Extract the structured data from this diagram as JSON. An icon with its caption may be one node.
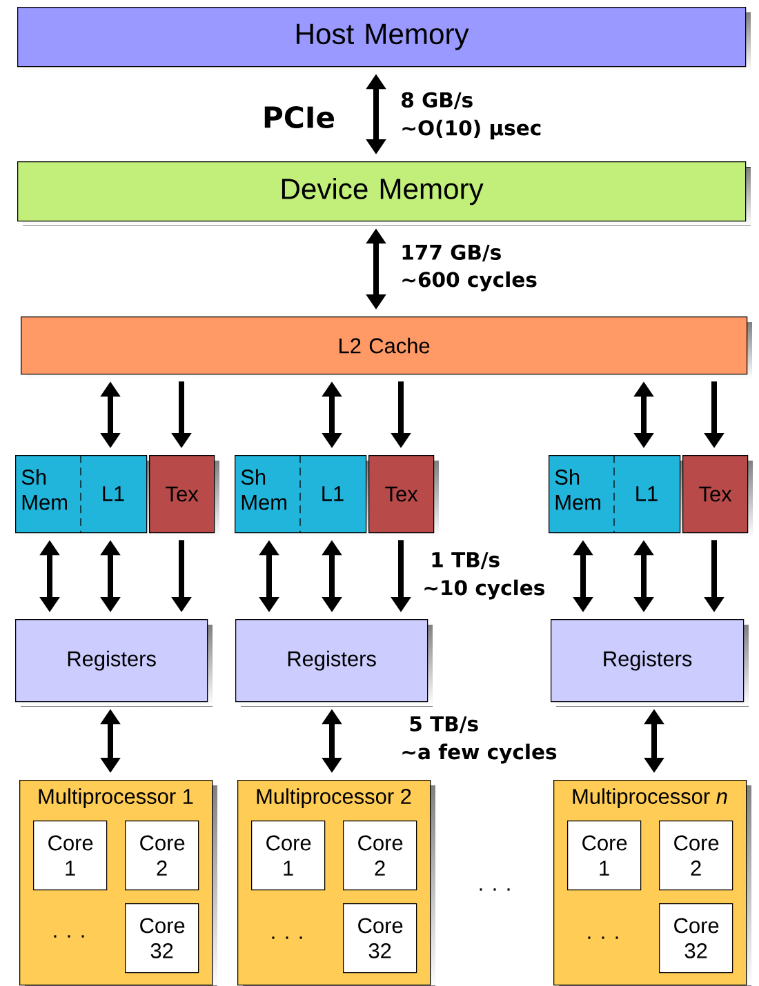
{
  "diagram": {
    "nodes": [
      {
        "text": [
          "Host Memory"
        ]
      },
      {
        "text": [
          "Device Memory"
        ]
      },
      {
        "text": [
          "L2 Cache"
        ]
      },
      {
        "text": [
          "Sh Mem",
          "L1"
        ]
      },
      {
        "text": [
          "Tex"
        ]
      },
      {
        "text": [
          "Sh Mem",
          "L1"
        ]
      },
      {
        "text": [
          "Tex"
        ]
      },
      {
        "text": [
          "Sh Mem",
          "L1"
        ]
      },
      {
        "text": [
          "Tex"
        ]
      },
      {
        "text": [
          "Registers"
        ]
      },
      {
        "text": [
          "Registers"
        ]
      },
      {
        "text": [
          "Registers"
        ]
      },
      {
        "text": [
          "Multiprocessor 1"
        ]
      },
      {
        "text": [
          "Core 1"
        ],
        "in": 12
      },
      {
        "text": [
          "Core 2"
        ],
        "in": 12
      },
      {
        "text": [
          "Core 32"
        ],
        "in": 12
      },
      {
        "text": [
          "Multiprocessor 2"
        ]
      },
      {
        "text": [
          "Core 1"
        ],
        "in": 16
      },
      {
        "text": [
          "Core 2"
        ],
        "in": 16
      },
      {
        "text": [
          "Core 32"
        ],
        "in": 16
      },
      {
        "text": [
          "Multiprocessor *n*"
        ]
      },
      {
        "text": [
          "Core 1"
        ],
        "in": 20
      },
      {
        "text": [
          "Core 2"
        ],
        "in": 20
      },
      {
        "text": [
          "Core 32"
        ],
        "in": 20
      }
    ],
    "edges": [
      {
        "from": 0,
        "to": 1,
        "arrow": "both"
      },
      {
        "from": 1,
        "to": 2,
        "arrow": "both"
      },
      {
        "from": 2,
        "to": 3,
        "arrow": "both"
      },
      {
        "from": 2,
        "to": 4,
        "arrow": "to"
      },
      {
        "from": 2,
        "to": 5,
        "arrow": "both"
      },
      {
        "from": 2,
        "to": 6,
        "arrow": "to"
      },
      {
        "from": 2,
        "to": 7,
        "arrow": "both"
      },
      {
        "from": 2,
        "to": 8,
        "arrow": "to"
      },
      {
        "from": 3,
        "to": 9,
        "arrow": "both"
      },
      {
        "from": 3,
        "to": 9,
        "arrow": "both"
      },
      {
        "from": 4,
        "to": 9,
        "arrow": "to"
      },
      {
        "from": 5,
        "to": 10,
        "arrow": "both"
      },
      {
        "from": 5,
        "to": 10,
        "arrow": "both"
      },
      {
        "from": 6,
        "to": 10,
        "arrow": "to"
      },
      {
        "from": 7,
        "to": 11,
        "arrow": "both"
      },
      {
        "from": 7,
        "to": 11,
        "arrow": "both"
      },
      {
        "from": 8,
        "to": 11,
        "arrow": "to"
      },
      {
        "from": 9,
        "to": 12,
        "arrow": "both"
      },
      {
        "from": 10,
        "to": 16,
        "arrow": "both"
      },
      {
        "from": 11,
        "to": 20,
        "arrow": "both"
      }
    ],
    "labels": [
      "PCIe",
      "8 GB/s",
      "~O(10) µsec",
      "177 GB/s",
      "~600 cycles",
      "1 TB/s",
      "~10 cycles",
      "5 TB/s",
      "~a few cycles",
      ". . .",
      ". . .",
      ". . .",
      ". . ."
    ]
  }
}
